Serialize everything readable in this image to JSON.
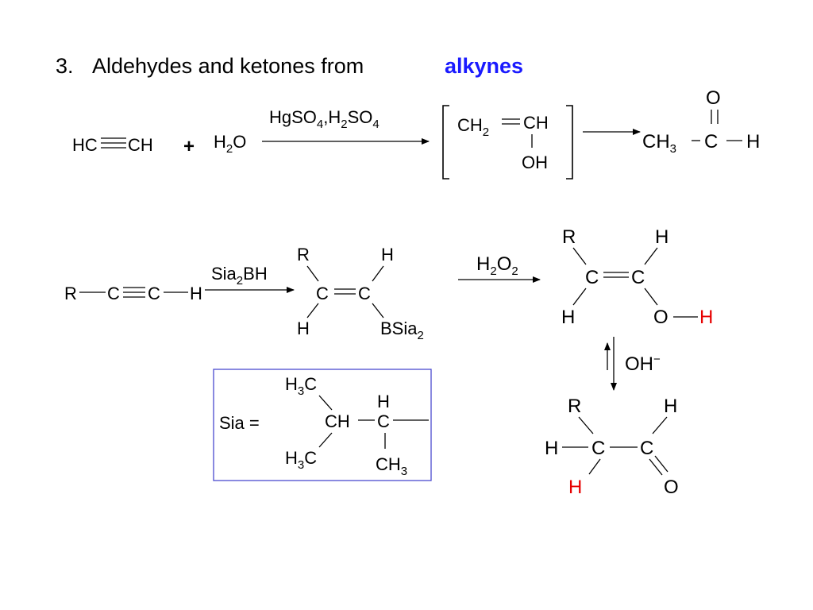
{
  "title": {
    "number": "3.",
    "text": "Aldehydes and ketones from",
    "highlight": "alkynes"
  },
  "colors": {
    "highlight": "#1a1aff",
    "hydrogen_red": "#e60000",
    "box_border": "#4a4ad0",
    "ink": "#000000"
  },
  "reaction1": {
    "reactant": "HC≡CH",
    "plus": "+",
    "water": "H2O",
    "reagent": "HgSO4,H2SO4",
    "enol_top": "CH2═CH",
    "enol_oh": "OH",
    "product_o": "O",
    "product_chain": "CH3 - C – H"
  },
  "reaction2": {
    "alkyne": "R—C≡C—H",
    "reagent": "Sia2BH",
    "borane_labels": [
      "R",
      "H",
      "C",
      "C",
      "H",
      "BSia2"
    ],
    "oxidant": "H2O2",
    "enol_labels": [
      "R",
      "H",
      "C",
      "C",
      "H",
      "O",
      "H"
    ],
    "base": "OH−",
    "aldehyde_labels": [
      "R",
      "H",
      "H",
      "C",
      "C",
      "H",
      "O"
    ]
  },
  "sia_box": {
    "label": "Sia =",
    "labels": [
      "H3C",
      "CH",
      "H",
      "C",
      "H3C",
      "CH3"
    ]
  }
}
